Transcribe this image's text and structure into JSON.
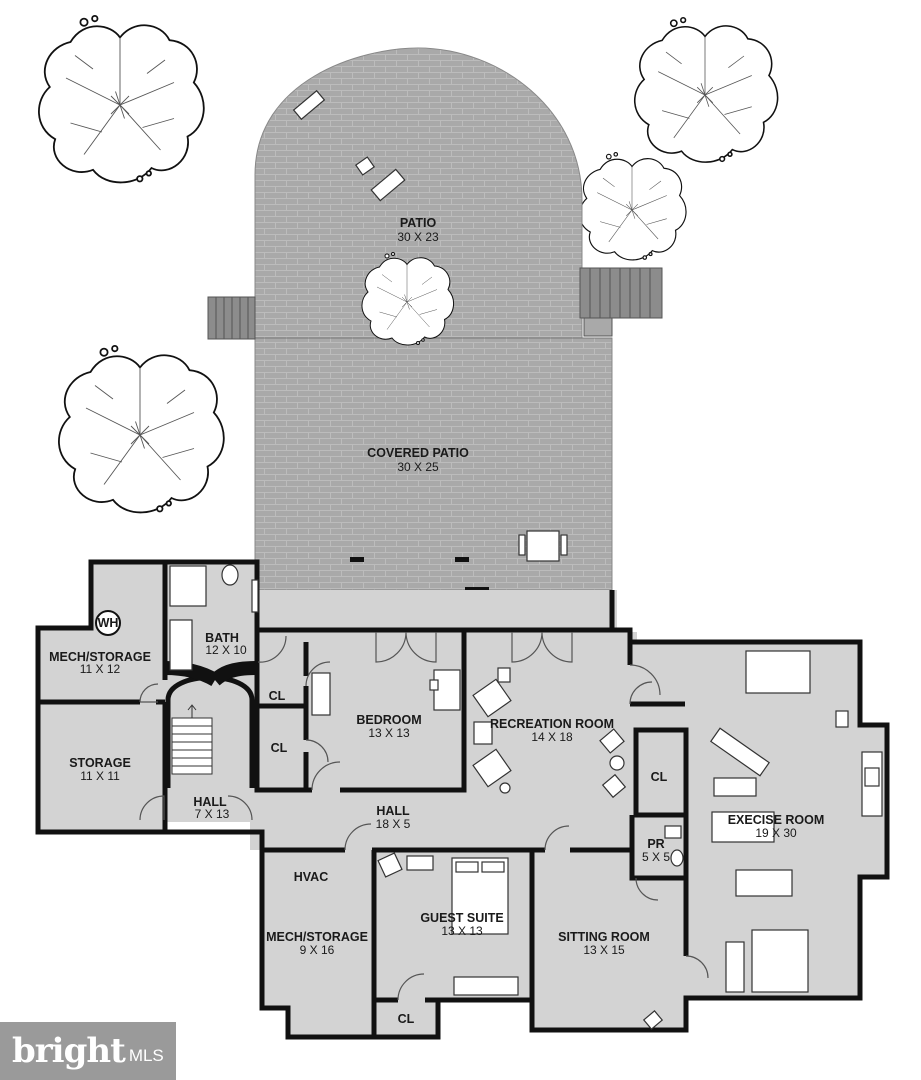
{
  "rooms": {
    "patio": {
      "name": "PATIO",
      "dim": "30 X 23"
    },
    "covered_patio": {
      "name": "COVERED PATIO",
      "dim": "30 X 25"
    },
    "mech_storage_1": {
      "name": "MECH/STORAGE",
      "dim": "11 X 12"
    },
    "water_heater": {
      "name": "WH"
    },
    "bath": {
      "name": "BATH",
      "dim": "12 X 10"
    },
    "bedroom": {
      "name": "BEDROOM",
      "dim": "13 X 13"
    },
    "recreation_room": {
      "name": "RECREATION ROOM",
      "dim": "14 X 18"
    },
    "storage": {
      "name": "STORAGE",
      "dim": "11 X 11"
    },
    "closet_1": {
      "name": "CL"
    },
    "closet_2": {
      "name": "CL"
    },
    "closet_3": {
      "name": "CL"
    },
    "closet_4": {
      "name": "CL"
    },
    "hall_small": {
      "name": "HALL",
      "dim": "7 X 13"
    },
    "hall_main": {
      "name": "HALL",
      "dim": "18 X 5"
    },
    "exercise_room": {
      "name": "EXECISE ROOM",
      "dim": "19 X 30"
    },
    "powder_room": {
      "name": "PR",
      "dim": "5 X 5"
    },
    "hvac": {
      "name": "HVAC"
    },
    "mech_storage_2": {
      "name": "MECH/STORAGE",
      "dim": "9 X 16"
    },
    "guest_suite": {
      "name": "GUEST SUITE",
      "dim": "13 X 13"
    },
    "sitting_room": {
      "name": "SITTING ROOM",
      "dim": "13 X 15"
    }
  },
  "watermark": {
    "brand": "bright",
    "suffix": "MLS"
  },
  "colors": {
    "room_fill": "#d3d3d3",
    "patio_fill": "#a9a9a9",
    "wall": "#111111"
  }
}
